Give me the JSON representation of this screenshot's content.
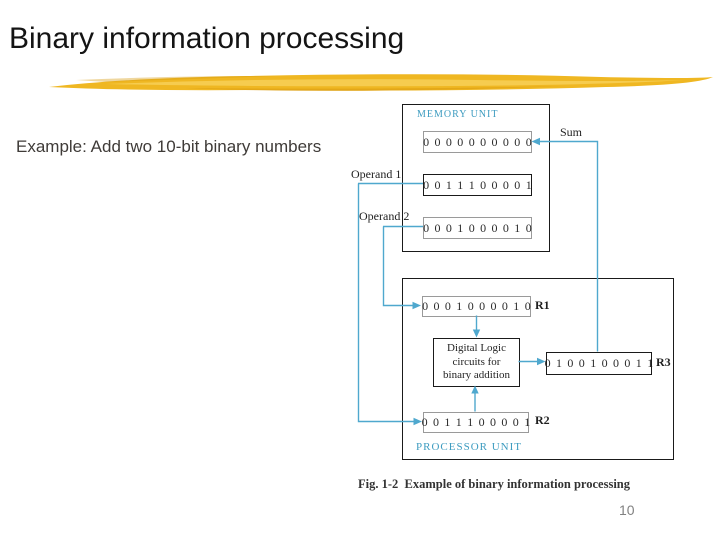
{
  "slide": {
    "title": "Binary information processing",
    "example_text": "Example: Add two 10-bit binary numbers",
    "caption": "Fig. 1-2  Example of binary information processing",
    "page_number": "10"
  },
  "colors": {
    "accent_teal": "#3e9cc0",
    "wire_blue": "#4fa8ce",
    "brush_gold": "#efb722",
    "brush_gold_light": "#f7d057",
    "brush_gold_dark": "#d89b10",
    "title_color": "#141414",
    "page_number_color": "#818181"
  },
  "diagram": {
    "memory_unit": {
      "label": "MEMORY UNIT",
      "sum_register": {
        "bits": "0 0 0 0 0 0 0 0 0 0",
        "wire_label": "Sum"
      },
      "operand1_register": {
        "bits": "0 0 1 1 1 0 0 0 0 1",
        "wire_label": "Operand 1"
      },
      "operand2_register": {
        "bits": "0 0 0 1 0 0 0 0 1 0",
        "wire_label": "Operand 2"
      }
    },
    "processor_unit": {
      "label": "PROCESSOR UNIT",
      "r1_register": {
        "bits": "0 0 0 1 0 0 0 0 1 0",
        "name": "R1"
      },
      "r3_register": {
        "bits": "0 1 0 0 1 0 0 0 1 1",
        "name": "R3"
      },
      "r2_register": {
        "bits": "0 0 1 1 1 0 0 0 0 1",
        "name": "R2"
      },
      "logic_box": {
        "line1": "Digital Logic",
        "line2": "circuits for",
        "line3": "binary addition"
      }
    }
  }
}
